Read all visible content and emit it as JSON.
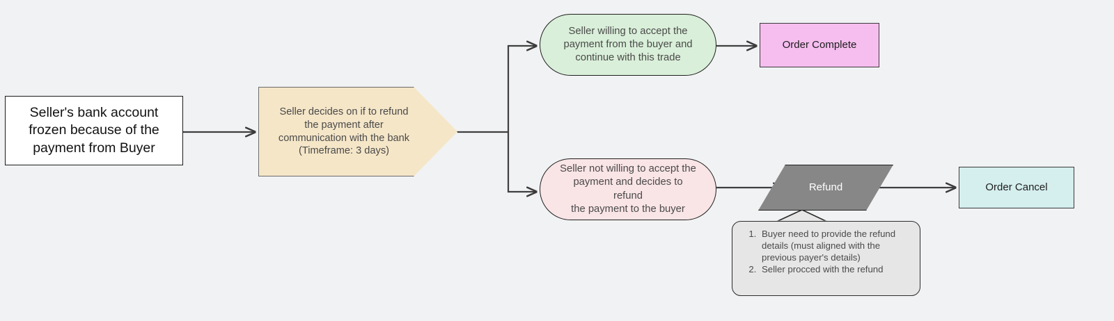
{
  "diagram": {
    "title": "Seller bank account frozen refund flow",
    "background_color": "#f1f2f3",
    "nodes": {
      "start": {
        "label": "Seller's bank account\nfrozen because of the\npayment from Buyer",
        "shape": "rectangle",
        "fill": "#ffffff",
        "stroke": "#1b1b1b"
      },
      "decision": {
        "label": "Seller decides on if to refund\nthe payment after\ncommunication with the bank\n(Timeframe: 3 days)",
        "shape": "pentagon-flag",
        "fill": "#f5e6c8",
        "stroke": "#6b6b6b"
      },
      "accept": {
        "label": "Seller willing to accept the\npayment from the buyer and\ncontinue with this trade",
        "shape": "stadium",
        "fill": "#d9efd9",
        "stroke": "#1f1f1f"
      },
      "refuse": {
        "label": "Seller not willing to accept the\npayment and decides to refund\nthe payment to the buyer",
        "shape": "stadium",
        "fill": "#f9e4e6",
        "stroke": "#1f1f1f"
      },
      "order_complete": {
        "label": "Order Complete",
        "shape": "rectangle",
        "fill": "#f6bdef",
        "stroke": "#3a3a3a"
      },
      "refund": {
        "label": "Refund",
        "shape": "parallelogram",
        "fill": "#878787",
        "stroke": "#1f1f1f",
        "text_color": "#ffffff"
      },
      "order_cancel": {
        "label": "Order Cancel",
        "shape": "rectangle",
        "fill": "#d5eeee",
        "stroke": "#3a3a3a"
      }
    },
    "note": {
      "shape": "callout",
      "fill": "#e6e6e6",
      "stroke": "#2b2b2b",
      "items": [
        "Buyer need to provide the refund details (must aligned with the previous payer's details)",
        "Seller procced with the refund"
      ]
    },
    "edges": [
      {
        "from": "start",
        "to": "decision"
      },
      {
        "from": "decision",
        "to": "accept"
      },
      {
        "from": "decision",
        "to": "refuse"
      },
      {
        "from": "accept",
        "to": "order_complete"
      },
      {
        "from": "refuse",
        "to": "refund"
      },
      {
        "from": "refund",
        "to": "order_cancel"
      }
    ],
    "edge_color": "#4a4a4a"
  }
}
